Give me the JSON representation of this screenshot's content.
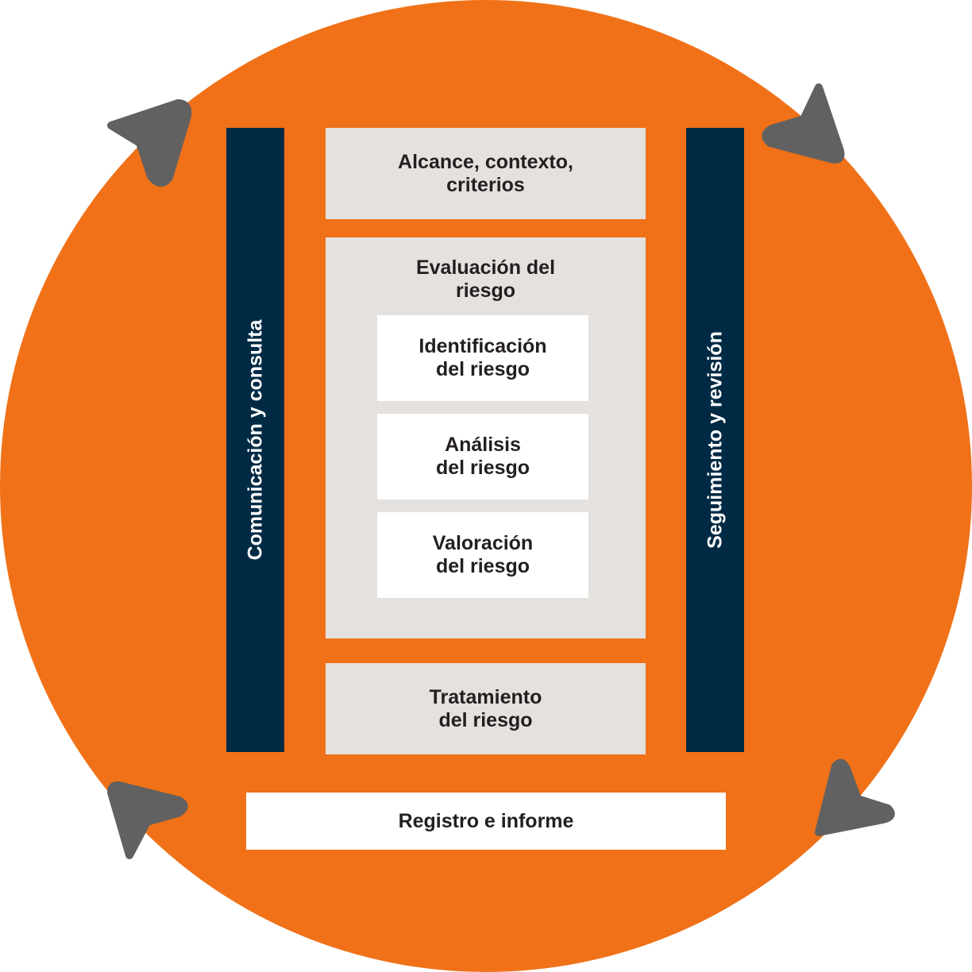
{
  "colors": {
    "circle": "#f07118",
    "arrow": "#616161",
    "bar": "#002a44",
    "box_grey": "#e4e1de",
    "box_white": "#ffffff",
    "text_dark": "#231f20",
    "text_light": "#ffffff"
  },
  "icons": {
    "cycle_arrows": [
      "arrowhead-icon",
      "arrowhead-icon",
      "arrowhead-icon",
      "arrowhead-icon"
    ]
  },
  "left_bar": {
    "label": "Comunicación y consulta"
  },
  "right_bar": {
    "label": "Seguimiento y revisión"
  },
  "scope_box": {
    "label": "Alcance, contexto,\ncriterios"
  },
  "assessment": {
    "title": "Evaluación del\nriesgo",
    "steps": [
      {
        "label": "Identificación\ndel riesgo"
      },
      {
        "label": "Análisis\ndel riesgo"
      },
      {
        "label": "Valoración\ndel riesgo"
      }
    ]
  },
  "treatment_box": {
    "label": "Tratamiento\ndel riesgo"
  },
  "record_box": {
    "label": "Registro e informe"
  }
}
